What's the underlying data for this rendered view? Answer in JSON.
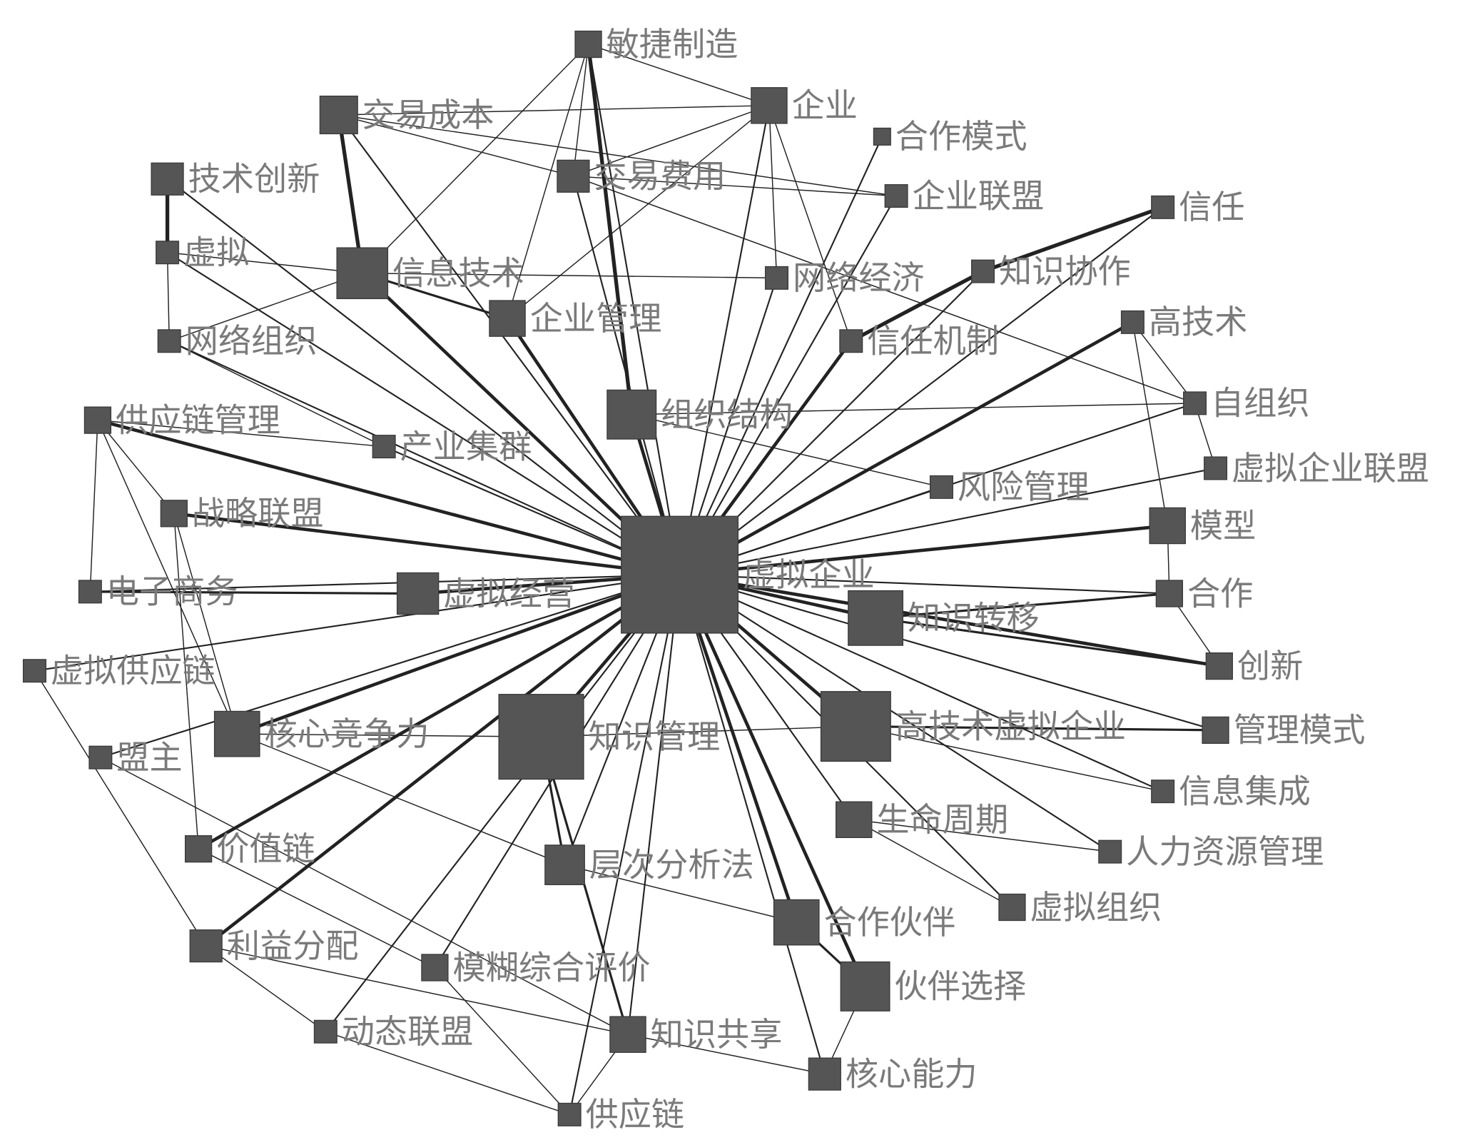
{
  "hub": "虚拟企业",
  "nodes": [
    "敏捷制造",
    "企业",
    "交易成本",
    "合作模式",
    "技术创新",
    "交易费用",
    "企业联盟",
    "信任",
    "虚拟",
    "信息技术",
    "网络经济",
    "知识协作",
    "企业管理",
    "高技术",
    "网络组织",
    "信任机制",
    "组织结构",
    "自组织",
    "供应链管理",
    "产业集群",
    "虚拟企业联盟",
    "风险管理",
    "战略联盟",
    "虚拟企业",
    "模型",
    "电子商务",
    "虚拟经营",
    "合作",
    "知识转移",
    "虚拟供应链",
    "创新",
    "核心竞争力",
    "知识管理",
    "高技术虚拟企业",
    "管理模式",
    "盟主",
    "信息集成",
    "生命周期",
    "价值链",
    "人力资源管理",
    "层次分析法",
    "虚拟组织",
    "合作伙伴",
    "利益分配",
    "模糊综合评价",
    "伙伴选择",
    "动态联盟",
    "知识共享",
    "核心能力",
    "供应链"
  ],
  "edges": [
    [
      "技术创新",
      "虚拟",
      3
    ],
    [
      "信任",
      "知识协作",
      3
    ],
    [
      "知识协作",
      "信任机制",
      3
    ],
    [
      "交易成本",
      "企业",
      1
    ],
    [
      "交易成本",
      "信息技术",
      3
    ],
    [
      "交易成本",
      "交易费用",
      1
    ],
    [
      "交易成本",
      "企业联盟",
      1
    ],
    [
      "敏捷制造",
      "交易费用",
      1
    ],
    [
      "敏捷制造",
      "企业管理",
      1
    ],
    [
      "敏捷制造",
      "企业",
      1
    ],
    [
      "敏捷制造",
      "信息技术",
      1
    ],
    [
      "敏捷制造",
      "组织结构",
      3
    ],
    [
      "企业",
      "交易费用",
      1
    ],
    [
      "企业",
      "企业管理",
      1
    ],
    [
      "企业",
      "网络经济",
      1
    ],
    [
      "企业",
      "信任机制",
      1
    ],
    [
      "交易费用",
      "企业联盟",
      1
    ],
    [
      "交易费用",
      "自组织",
      1
    ],
    [
      "信息技术",
      "网络经济",
      1
    ],
    [
      "信息技术",
      "企业管理",
      2
    ],
    [
      "信息技术",
      "网络组织",
      1
    ],
    [
      "虚拟",
      "信息技术",
      1
    ],
    [
      "虚拟",
      "网络组织",
      1
    ],
    [
      "网络组织",
      "产业集群",
      1
    ],
    [
      "供应链管理",
      "电子商务",
      1
    ],
    [
      "供应链管理",
      "产业集群",
      1
    ],
    [
      "供应链管理",
      "战略联盟",
      1
    ],
    [
      "供应链管理",
      "核心竞争力",
      1
    ],
    [
      "战略联盟",
      "核心竞争力",
      1
    ],
    [
      "战略联盟",
      "价值链",
      1
    ],
    [
      "电子商务",
      "虚拟经营",
      2
    ],
    [
      "虚拟供应链",
      "利益分配",
      1
    ],
    [
      "盟主",
      "知识共享",
      1
    ],
    [
      "核心竞争力",
      "层次分析法",
      1
    ],
    [
      "核心竞争力",
      "知识管理",
      1
    ],
    [
      "价值链",
      "模糊综合评价",
      1
    ],
    [
      "利益分配",
      "知识共享",
      1
    ],
    [
      "利益分配",
      "动态联盟",
      1
    ],
    [
      "知识管理",
      "高技术虚拟企业",
      1
    ],
    [
      "知识管理",
      "层次分析法",
      2
    ],
    [
      "知识管理",
      "知识共享",
      2
    ],
    [
      "组织结构",
      "自组织",
      1
    ],
    [
      "组织结构",
      "风险管理",
      1
    ],
    [
      "高技术",
      "模型",
      1
    ],
    [
      "高技术",
      "自组织",
      1
    ],
    [
      "自组织",
      "虚拟企业联盟",
      1
    ],
    [
      "模型",
      "合作",
      1
    ],
    [
      "合作",
      "知识转移",
      2
    ],
    [
      "合作",
      "创新",
      1
    ],
    [
      "知识转移",
      "创新",
      2
    ],
    [
      "高技术虚拟企业",
      "管理模式",
      2
    ],
    [
      "高技术虚拟企业",
      "信息集成",
      1
    ],
    [
      "生命周期",
      "人力资源管理",
      1
    ],
    [
      "生命周期",
      "虚拟组织",
      1
    ],
    [
      "合作伙伴",
      "伙伴选择",
      2
    ],
    [
      "伙伴选择",
      "核心能力",
      1
    ],
    [
      "层次分析法",
      "合作伙伴",
      1
    ],
    [
      "知识共享",
      "核心能力",
      1
    ],
    [
      "模糊综合评价",
      "供应链",
      1
    ],
    [
      "知识共享",
      "供应链",
      1
    ],
    [
      "动态联盟",
      "供应链",
      1
    ]
  ]
}
